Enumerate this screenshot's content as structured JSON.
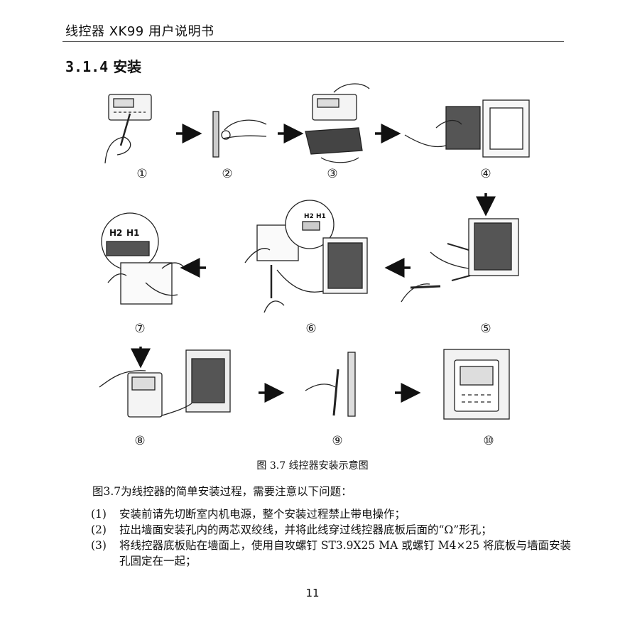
{
  "header": {
    "title": "线控器 XK99 用户说明书"
  },
  "section": {
    "number": "3.1.4",
    "title": "安装"
  },
  "figure": {
    "steps": [
      "①",
      "②",
      "③",
      "④",
      "⑤",
      "⑥",
      "⑦",
      "⑧",
      "⑨",
      "⑩"
    ],
    "terminal_labels": {
      "h2": "H2",
      "h1": "H1"
    },
    "caption": "图 3.7  线控器安装示意图"
  },
  "body": {
    "intro": "图3.7为线控器的简单安装过程，需要注意以下问题：",
    "items": [
      {
        "marker": "(1)",
        "text": "安装前请先切断室内机电源，整个安装过程禁止带电操作；"
      },
      {
        "marker": "(2)",
        "text": "拉出墙面安装孔内的两芯双绞线，并将此线穿过线控器底板后面的“Ω”形孔；"
      },
      {
        "marker": "(3)",
        "text": "将线控器底板贴在墙面上，使用自攻螺钉 ST3.9X25 MA 或螺钉 M4×25 将底板与墙面安装孔固定在一起；"
      }
    ]
  },
  "page_number": "11"
}
